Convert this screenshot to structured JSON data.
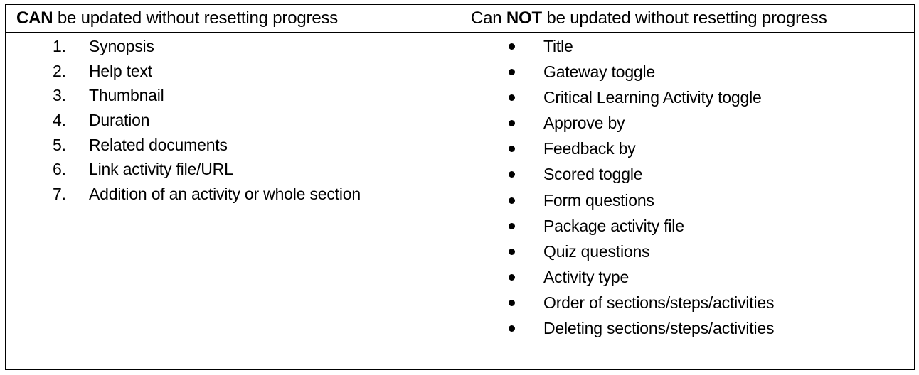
{
  "table": {
    "headers": [
      {
        "bold": "CAN",
        "rest": " be updated without resetting progress",
        "prefix": ""
      },
      {
        "prefix": "Can ",
        "bold": "NOT",
        "rest": " be updated without resetting progress"
      }
    ],
    "can_update": {
      "list_type": "numbered",
      "items": [
        {
          "num": "1.",
          "label": "Synopsis"
        },
        {
          "num": "2.",
          "label": "Help text"
        },
        {
          "num": "3.",
          "label": "Thumbnail"
        },
        {
          "num": "4.",
          "label": "Duration"
        },
        {
          "num": "5.",
          "label": "Related documents"
        },
        {
          "num": "6.",
          "label": "Link activity file/URL"
        },
        {
          "num": "7.",
          "label": "Addition of an activity or whole section"
        }
      ]
    },
    "cannot_update": {
      "list_type": "bulleted",
      "bullet_icon": "filled-circle",
      "items": [
        {
          "label": "Title"
        },
        {
          "label": "Gateway toggle"
        },
        {
          "label": "Critical Learning Activity toggle"
        },
        {
          "label": "Approve by"
        },
        {
          "label": "Feedback by"
        },
        {
          "label": "Scored toggle"
        },
        {
          "label": "Form questions"
        },
        {
          "label": "Package activity file"
        },
        {
          "label": "Quiz questions"
        },
        {
          "label": "Activity type"
        },
        {
          "label": "Order of sections/steps/activities"
        },
        {
          "label": "Deleting sections/steps/activities"
        }
      ]
    }
  }
}
